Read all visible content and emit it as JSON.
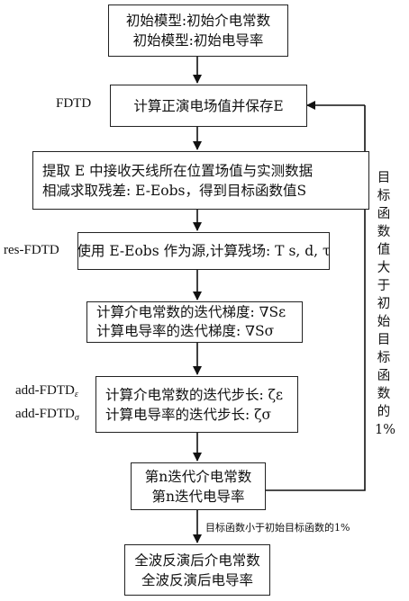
{
  "boxes": {
    "init": {
      "line1": "初始模型:初始介电常数",
      "line2": "初始模型:初始电导率"
    },
    "forward": {
      "text": "计算正演电场值并保存E"
    },
    "residual": {
      "line1": "提取 E 中接收天线所在位置场值与实测数据",
      "line2": "相减求取残差: E-Eobs，得到目标函数值S"
    },
    "back": {
      "text": "使用 E-Eobs  作为源,计算残场: T s, d, τ"
    },
    "gradient": {
      "line1": "计算介电常数的迭代梯度: ∇Sε",
      "line2": "计算电导率的迭代梯度: ∇Sσ"
    },
    "step": {
      "line1": "计算介电常数的迭代步长: ζε",
      "line2": "计算电导率的迭代步长: ζσ"
    },
    "iter": {
      "line1": "第n迭代介电常数",
      "line2": "第n迭代电导率"
    },
    "final": {
      "line1": "全波反演后介电常数",
      "line2": "全波反演后电导率"
    }
  },
  "side_labels": {
    "fdtd": "FDTD",
    "res_fdtd": "res-FDTD",
    "add_eps": "add-FDTD",
    "add_eps_sub": "ε",
    "add_sigma": "add-FDTD",
    "add_sigma_sub": "σ"
  },
  "loop_label": "目标函数值大于初始目标函数的1%",
  "exit_label": "目标函数小于初始目标函数的1%"
}
